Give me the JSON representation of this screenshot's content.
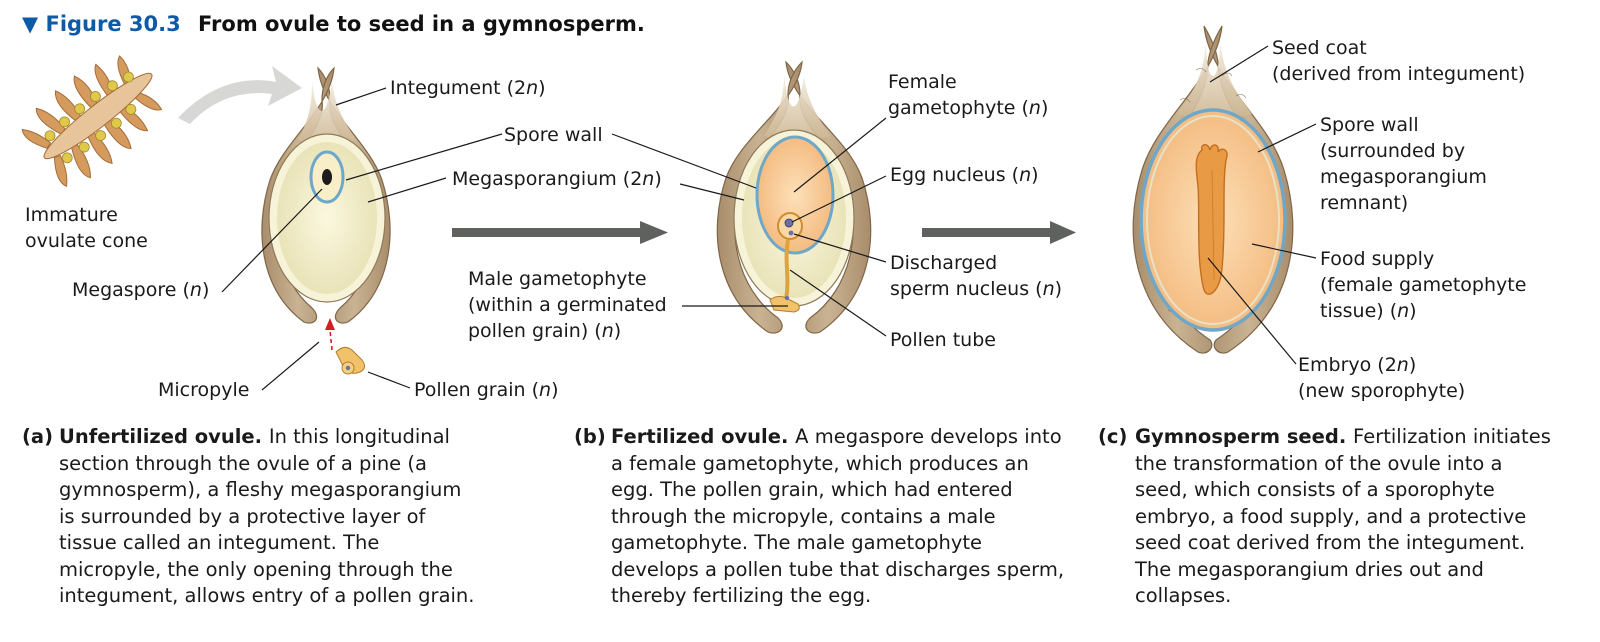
{
  "figure": {
    "marker": "▼",
    "number": "Figure 30.3",
    "title": "From ovule to seed in a gymnosperm."
  },
  "labels": {
    "immature_cone": [
      "Immature",
      "ovulate cone"
    ],
    "integument": {
      "pre": "Integument (2",
      "it": "n",
      "post": ")"
    },
    "spore_wall_a": "Spore wall",
    "megasporangium": {
      "pre": "Megasporangium (2",
      "it": "n",
      "post": ")"
    },
    "megaspore": {
      "pre": "Megaspore (",
      "it": "n",
      "post": ")"
    },
    "micropyle": "Micropyle",
    "pollen_grain": {
      "pre": "Pollen grain (",
      "it": "n",
      "post": ")"
    },
    "female_gametophyte": {
      "line1": "Female",
      "pre": "gametophyte (",
      "it": "n",
      "post": ")"
    },
    "egg_nucleus": {
      "pre": "Egg nucleus (",
      "it": "n",
      "post": ")"
    },
    "discharged_sperm": {
      "line1": "Discharged",
      "pre": "sperm nucleus (",
      "it": "n",
      "post": ")"
    },
    "pollen_tube": "Pollen tube",
    "male_gametophyte": {
      "line1": "Male gametophyte",
      "line2": "(within a germinated",
      "pre": "pollen grain) (",
      "it": "n",
      "post": ")"
    },
    "seed_coat": [
      "Seed coat",
      "(derived from integument)"
    ],
    "spore_wall_c": [
      "Spore wall",
      "(surrounded by",
      "megasporangium",
      "remnant)"
    ],
    "food_supply": {
      "line1": "Food supply",
      "line2": "(female gametophyte",
      "pre": "tissue) (",
      "it": "n",
      "post": ")"
    },
    "embryo": {
      "pre": "Embryo (2",
      "it": "n",
      "post": ")",
      "line2": "(new sporophyte)"
    }
  },
  "captions": [
    {
      "letter": "(a)",
      "title": "Unfertilized ovule.",
      "text": "In this longitudinal section through the ovule of a pine (a gymnosperm), a fleshy megasporangium is surrounded by a protective layer of tissue called an integument. The micropyle, the only opening through the integument, allows entry of a pollen grain."
    },
    {
      "letter": "(b)",
      "title": "Fertilized ovule.",
      "text": "A megaspore develops into a female gametophyte, which produces an egg. The pollen grain, which had entered through the micropyle, contains a male gametophyte. The male gametophyte develops a pollen tube that discharges sperm, thereby fertilizing the egg."
    },
    {
      "letter": "(c)",
      "title": "Gymnosperm seed.",
      "text": "Fertilization initiates the transformation of the ovule into a seed, which consists of a sporophyte embryo, a food supply, and a protective seed coat derived from the integument. The megasporangium dries out and collapses."
    }
  ],
  "colors": {
    "figure_blue": "#0d5aa7",
    "integument_brown": "#b39a78",
    "megasporangium_cream": "#efebc4",
    "spore_wall_blue": "#6ea7c7",
    "gametophyte_orange": "#f6c792",
    "embryo_orange": "#e89a45",
    "arrow_gray": "#5f615e",
    "pollen_red_arrow": "#d21f26"
  }
}
